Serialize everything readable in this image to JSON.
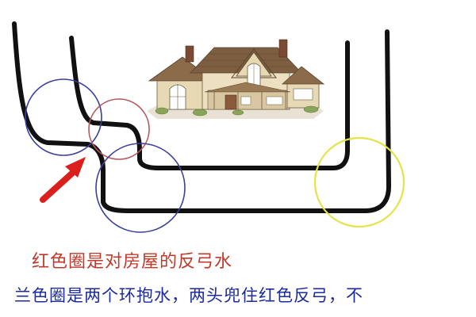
{
  "captions": {
    "red_circle": "红色圈是对房屋的反弓水",
    "blue_circle": "兰色圈是两个环抱水，两头兜住红色反弓，不"
  },
  "colors": {
    "road": "#111111",
    "red_circle": "#b5585f",
    "blue_circle": "#3c3f9a",
    "yellow_circle": "#e3e34a",
    "arrow": "#d9201d",
    "red_text": "#c0392b",
    "blue_text": "#1b2a9e"
  },
  "illustration": {
    "icon": "house-illustration"
  }
}
